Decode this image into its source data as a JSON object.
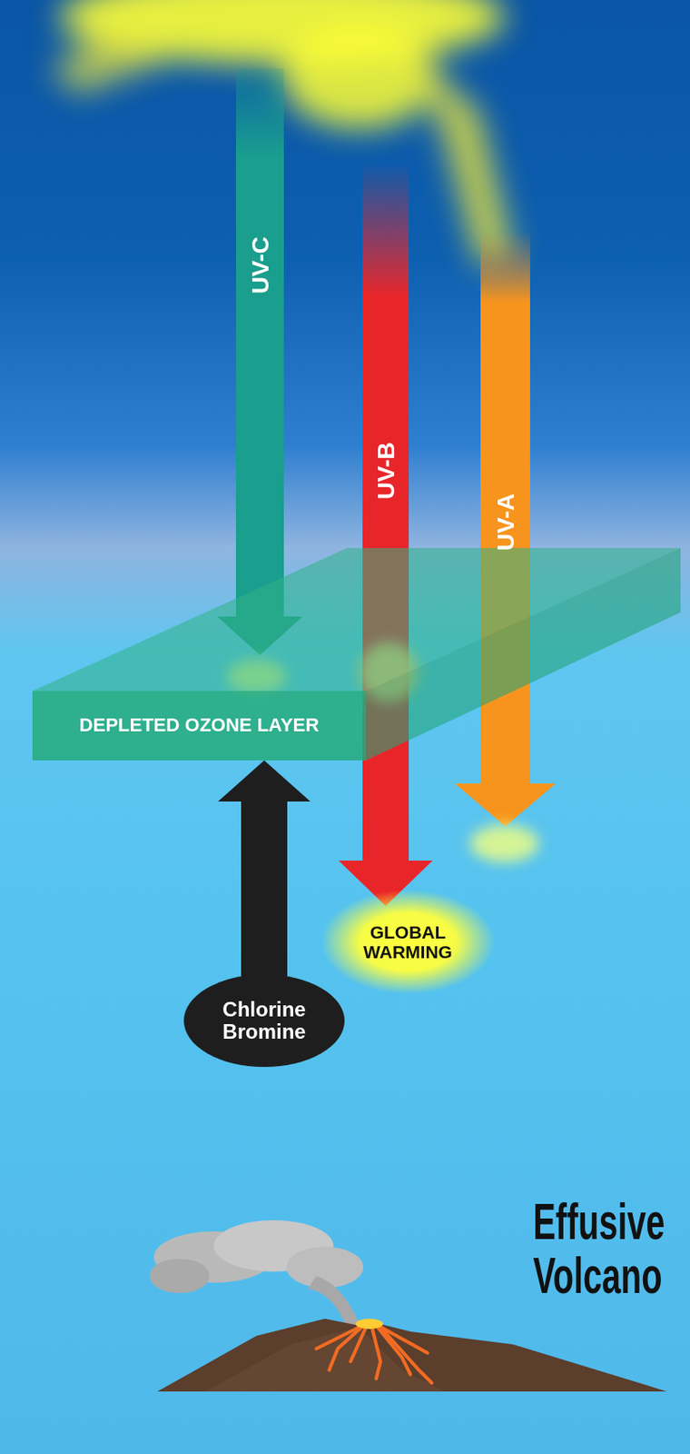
{
  "diagram": {
    "nodes": [
      {
        "text": [
          "DEPLETED OZONE LAYER"
        ]
      },
      {
        "text": [
          "Chlorine Bromine"
        ]
      },
      {
        "text": [
          "GLOBAL WARMING"
        ]
      }
    ],
    "edges": [
      {
        "from": 1,
        "to": 0,
        "arrow": "to"
      }
    ],
    "labels": [
      "UV-C",
      "UV-B",
      "UV-A",
      "Effusive Volcano"
    ]
  }
}
